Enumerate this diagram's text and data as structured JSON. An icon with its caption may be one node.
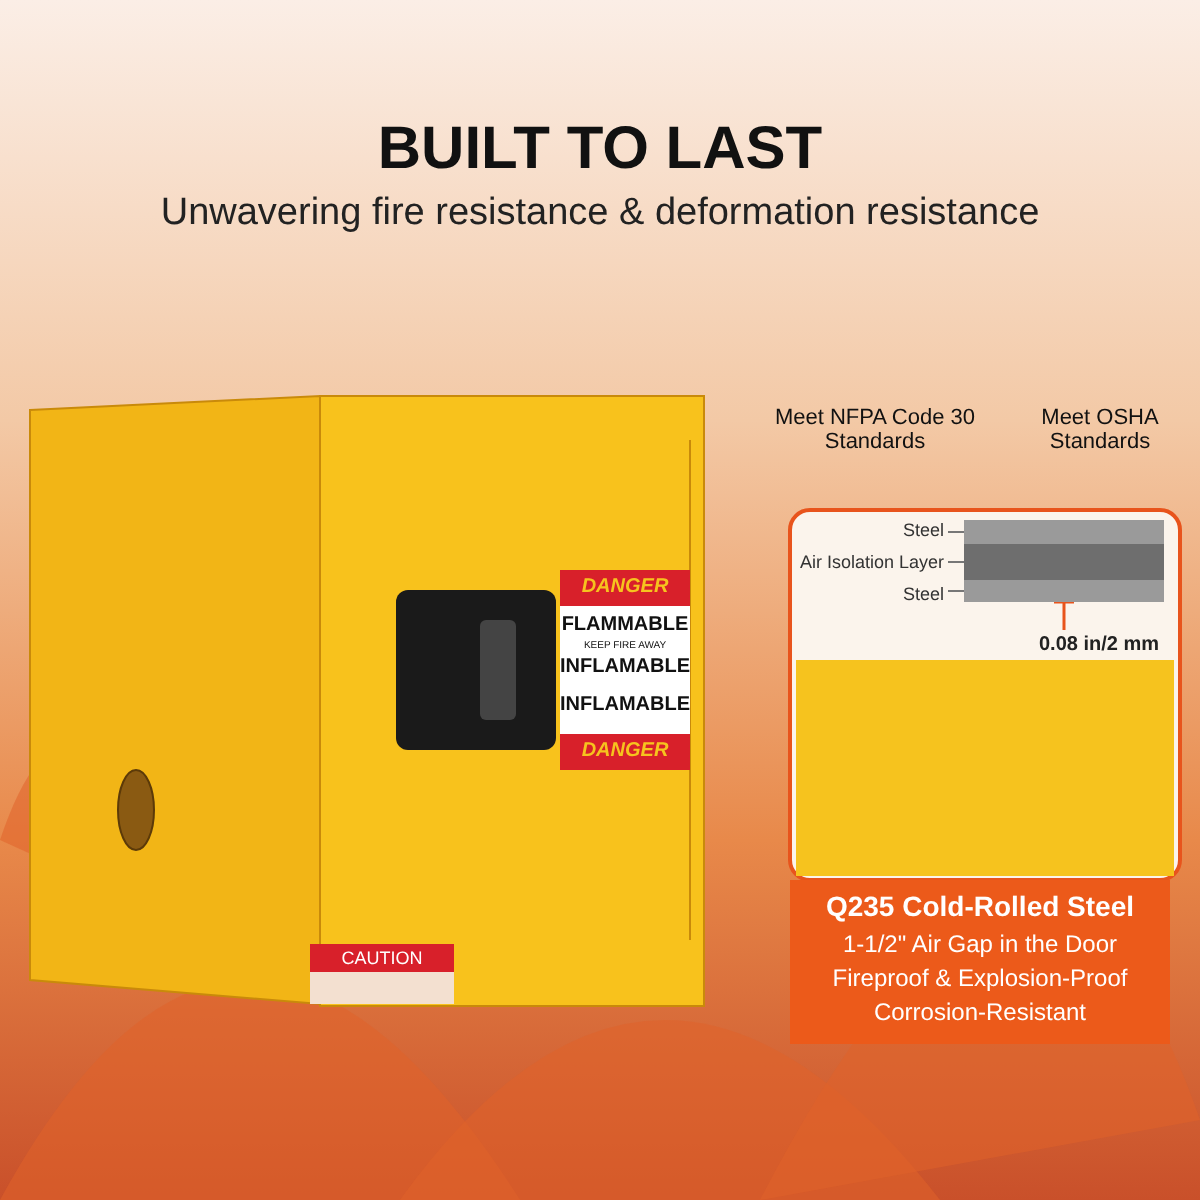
{
  "diagram": {
    "title": "BUILT TO LAST",
    "nodes": [
      {
        "text": [
          "Steel"
        ]
      },
      {
        "text": [
          "Air Isolation Layer"
        ]
      },
      {
        "text": [
          "Steel"
        ]
      },
      {
        "text": [],
        "shape": "bar"
      },
      {
        "text": [],
        "shape": "bar"
      },
      {
        "text": [],
        "shape": "bar"
      },
      {
        "text": [
          "Q235 Cold-Rolled Steel",
          "1-1/2\" Air Gap in the Door",
          "Fireproof & Explosion-Proof",
          "Corrosion-Resistant"
        ]
      }
    ],
    "edges": [
      {
        "from": 0,
        "to": 3,
        "arrow": "none"
      },
      {
        "from": 1,
        "to": 4,
        "arrow": "none"
      },
      {
        "from": 2,
        "to": 5,
        "arrow": "none"
      }
    ],
    "labels": [
      "Unwavering fire resistance & deformation resistance",
      "Meet NFPA Code 30 Standards",
      "Meet OSHA Standards",
      "DANGER",
      "FLAMMABLE",
      "KEEP FIRE AWAY",
      "INFLAMABLE",
      "INFLAMABLE",
      "DANGER",
      "CAUTION",
      "0.08 in/2 mm"
    ]
  }
}
